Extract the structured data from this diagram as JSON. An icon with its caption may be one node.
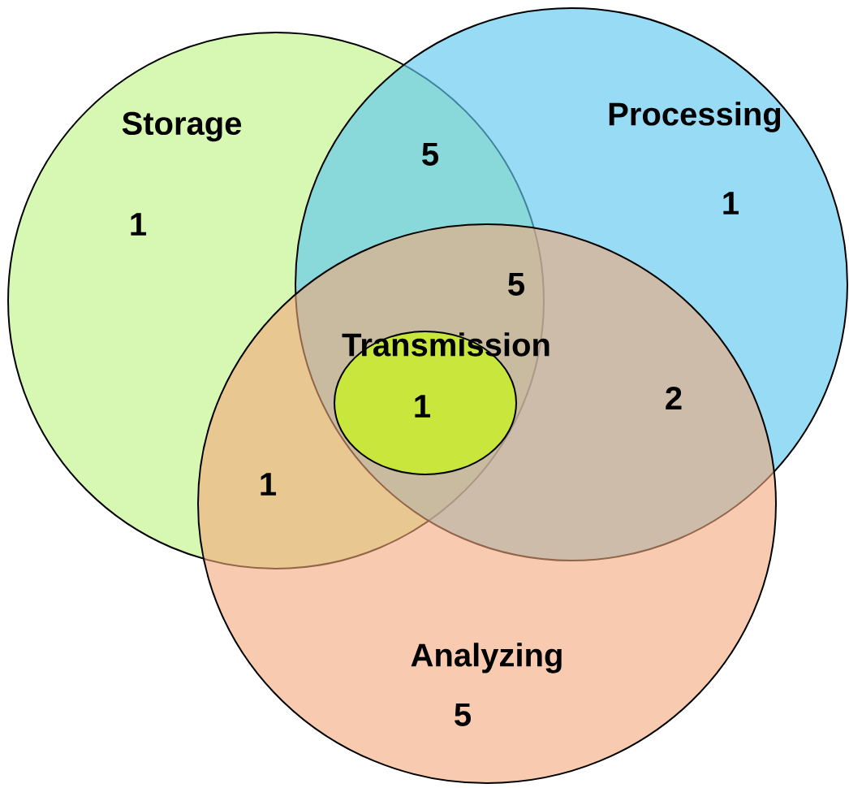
{
  "diagram": {
    "nodes": [
      {
        "text": [
          "Storage",
          "1"
        ]
      },
      {
        "text": [
          "Processing",
          "1"
        ]
      },
      {
        "text": [
          "Analyzing",
          "5"
        ]
      },
      {
        "text": [
          "Transmission",
          "1"
        ]
      }
    ],
    "labels": [
      "5",
      "5",
      "2",
      "1"
    ]
  }
}
